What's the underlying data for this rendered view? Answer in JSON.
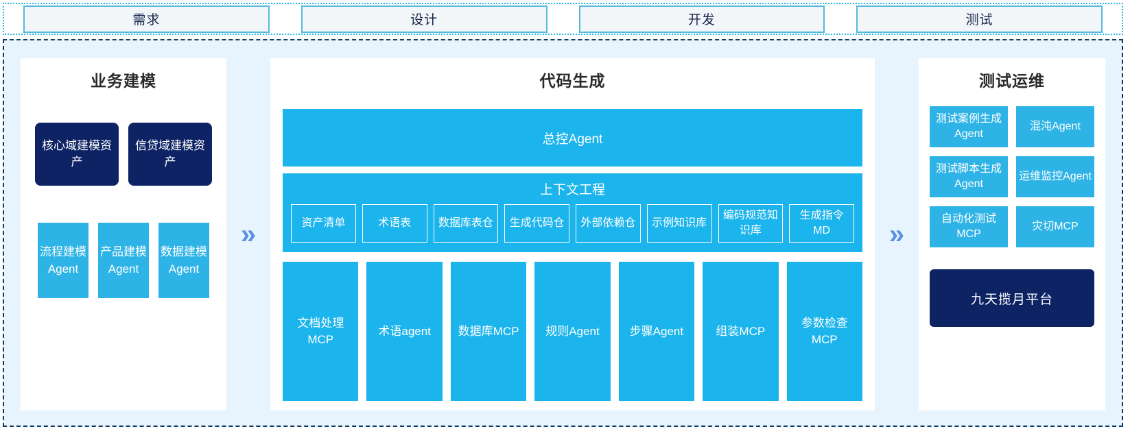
{
  "stages": [
    {
      "label": "需求"
    },
    {
      "label": "设计"
    },
    {
      "label": "开发"
    },
    {
      "label": "测试"
    }
  ],
  "arrows": {
    "glyph_left": "»",
    "glyph_right": "»"
  },
  "colors": {
    "primary_blue": "#1cb4ec",
    "light_blue": "#2eb3e6",
    "navy": "#0d2364",
    "panel_bg": "#e7f4fd",
    "stage_fill": "#f2f6f9",
    "stage_border": "#57b9dd",
    "arrow": "#5b8fe0",
    "container_dashed": "#123a5c",
    "stage_bar_dotted": "#29b6e8"
  },
  "business_panel": {
    "title": "业务建模",
    "assets": [
      {
        "label": "核心域建模资产"
      },
      {
        "label": "信贷域建模资产"
      }
    ],
    "agents": [
      {
        "label": "流程建模Agent"
      },
      {
        "label": "产品建模Agent"
      },
      {
        "label": "数据建模Agent"
      }
    ]
  },
  "codegen_panel": {
    "title": "代码生成",
    "master_agent": "总控Agent",
    "context": {
      "title": "上下文工程",
      "items": [
        {
          "label": "资产清单"
        },
        {
          "label": "术语表"
        },
        {
          "label": "数据库表仓"
        },
        {
          "label": "生成代码仓"
        },
        {
          "label": "外部依赖仓"
        },
        {
          "label": "示例知识库"
        },
        {
          "label": "编码规范知识库"
        },
        {
          "label": "生成指令MD"
        }
      ]
    },
    "tools": [
      {
        "label": "文档处理MCP"
      },
      {
        "label": "术语agent"
      },
      {
        "label": "数据库MCP"
      },
      {
        "label": "规则Agent"
      },
      {
        "label": "步骤Agent"
      },
      {
        "label": "组装MCP"
      },
      {
        "label": "参数检查MCP"
      }
    ]
  },
  "testops_panel": {
    "title": "测试运维",
    "cards": [
      {
        "label": "测试案例生成Agent"
      },
      {
        "label": "混沌Agent"
      },
      {
        "label": "测试脚本生成Agent"
      },
      {
        "label": "运维监控Agent"
      },
      {
        "label": "自动化测试MCP"
      },
      {
        "label": "灾切MCP"
      }
    ],
    "platform": "九天揽月平台"
  }
}
